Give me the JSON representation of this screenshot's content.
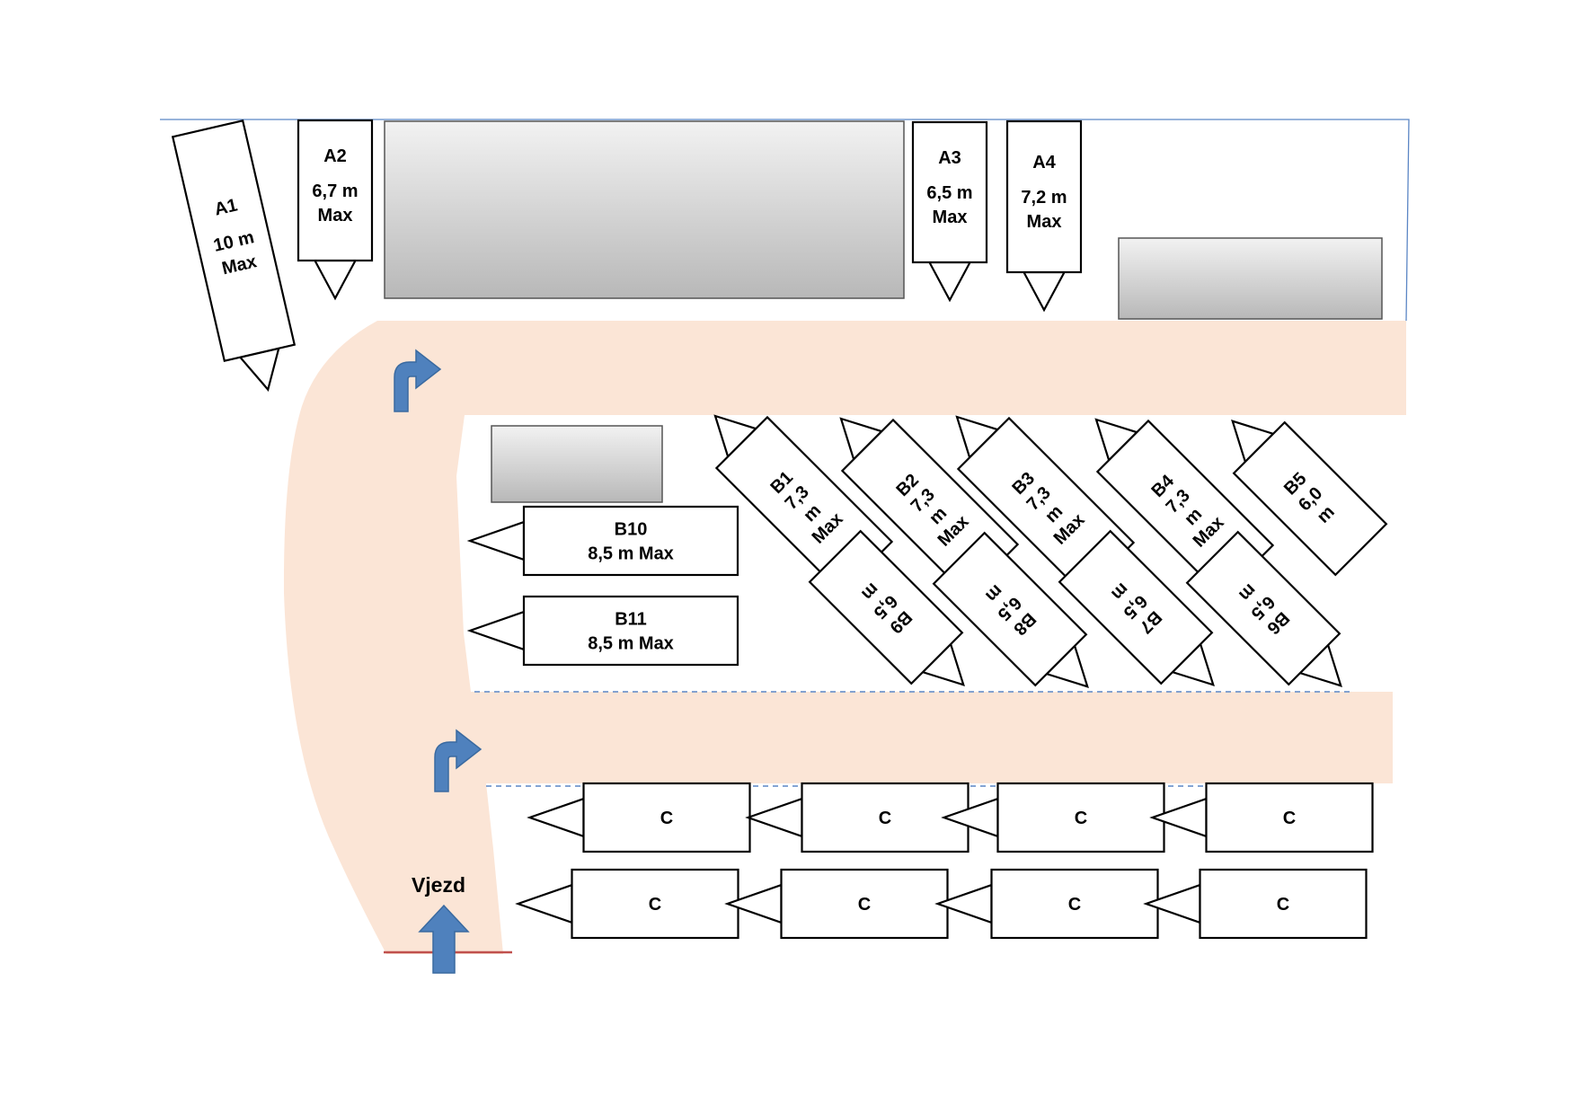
{
  "spots": {
    "A1": [
      "A1",
      "10 m",
      "Max"
    ],
    "A2": [
      "A2",
      "6,7 m",
      "Max"
    ],
    "A3": [
      "A3",
      "6,5 m",
      "Max"
    ],
    "A4": [
      "A4",
      "7,2 m",
      "Max"
    ],
    "B1": [
      "B1",
      "7,3",
      "m",
      "Max"
    ],
    "B2": [
      "B2",
      "7,3",
      "m",
      "Max"
    ],
    "B3": [
      "B3",
      "7,3",
      "m",
      "Max"
    ],
    "B4": [
      "B4",
      "7,3",
      "m",
      "Max"
    ],
    "B5": [
      "B5",
      "6,0",
      "m"
    ],
    "B6": [
      "B6",
      "6,5",
      "m"
    ],
    "B7": [
      "B7",
      "6,5",
      "m"
    ],
    "B8": [
      "B8",
      "6,5",
      "m"
    ],
    "B9": [
      "B9",
      "6,5",
      "m"
    ],
    "B10": [
      "B10",
      "8,5 m Max"
    ],
    "B11": [
      "B11",
      "8,5 m Max"
    ],
    "C": "C"
  },
  "entrance_label": "Vjezd",
  "colors": {
    "road": "#fbe5d6",
    "arrow": "#4f81bd",
    "arrow_stroke": "#3a6aa0",
    "boundary": "#5b86c5",
    "entrance_line": "#c0504d",
    "building_top": "#f2f2f2",
    "building_bottom": "#b8b8b8"
  },
  "icons": {
    "turn_arrow": "turn-right-arrow-icon",
    "entry_arrow": "up-arrow-icon"
  }
}
